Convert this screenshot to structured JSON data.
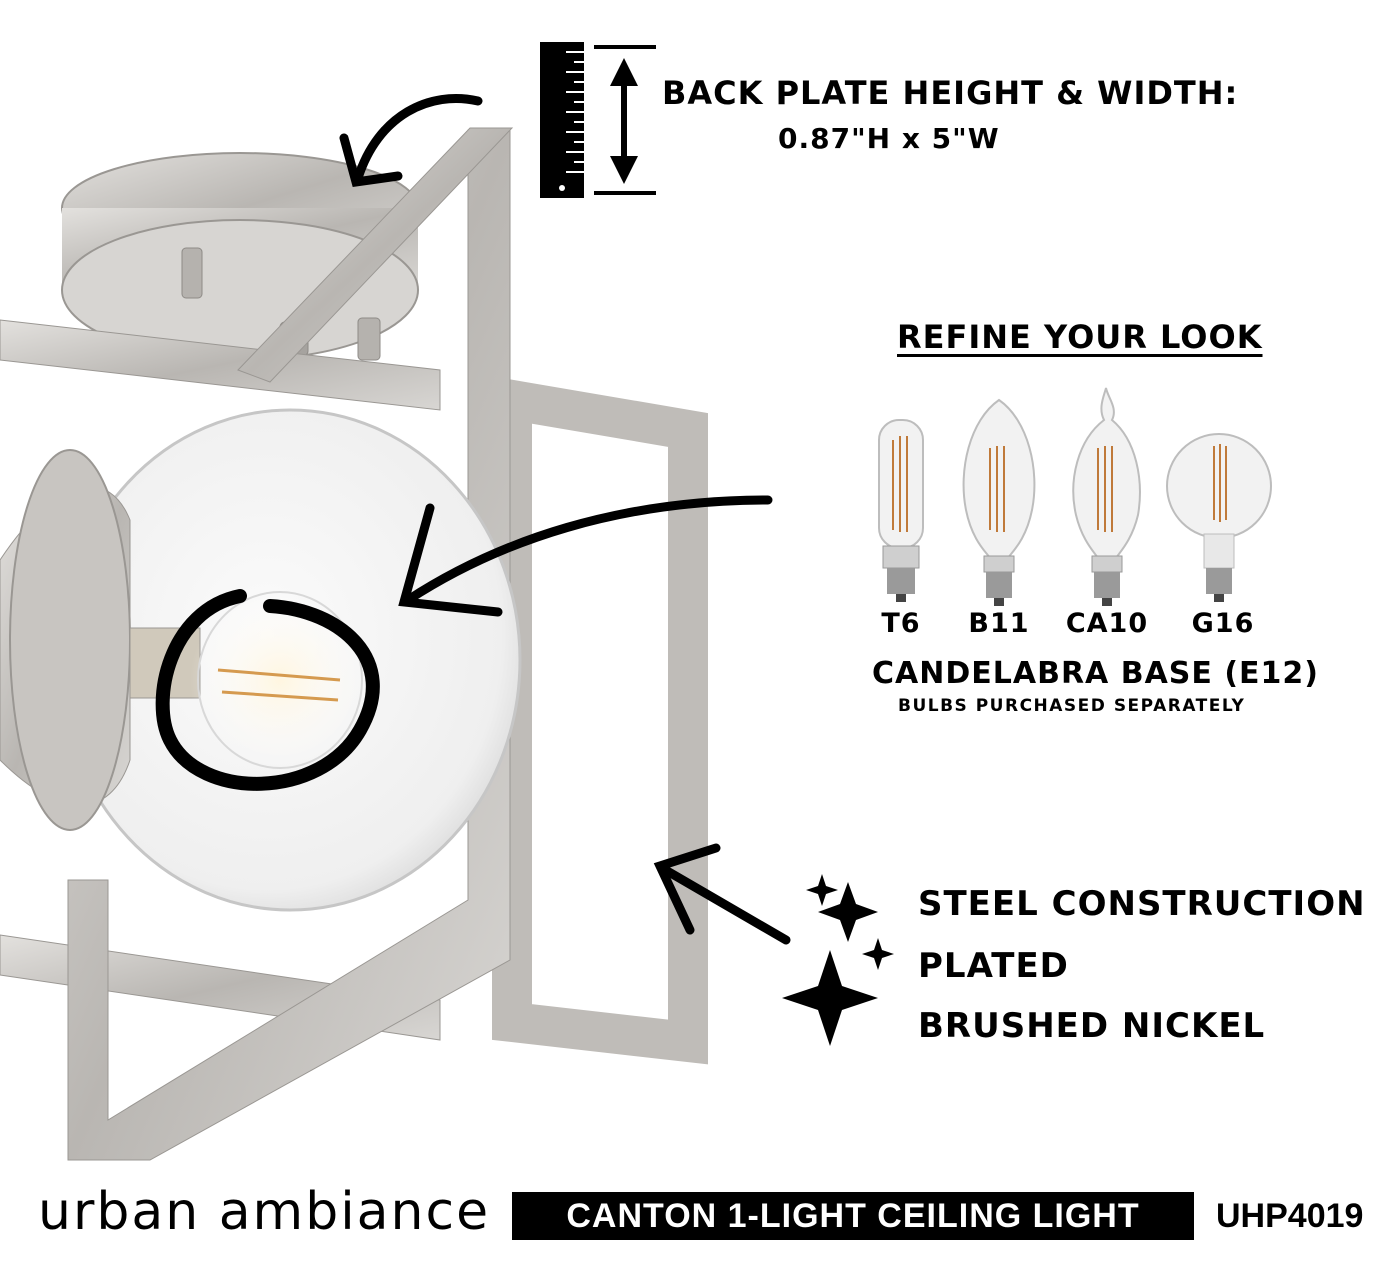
{
  "dimensions": {
    "title": "BACK PLATE HEIGHT & WIDTH:",
    "value": "0.87\"H x 5\"W",
    "ruler_icon": "ruler-icon"
  },
  "refine": {
    "heading": "REFINE YOUR LOOK",
    "bulbs": [
      {
        "label": "T6",
        "icon": "t6-bulb-icon"
      },
      {
        "label": "B11",
        "icon": "b11-bulb-icon"
      },
      {
        "label": "CA10",
        "icon": "ca10-bulb-icon"
      },
      {
        "label": "G16",
        "icon": "g16-bulb-icon"
      }
    ],
    "base_title": "CANDELABRA BASE (E12)",
    "base_note": "BULBS PURCHASED SEPARATELY"
  },
  "features": {
    "lines": [
      "STEEL CONSTRUCTION",
      "PLATED",
      "BRUSHED NICKEL"
    ],
    "icon": "sparkle-icon"
  },
  "footer": {
    "brand": "urban ambiance",
    "product_name": "CANTON 1-LIGHT CEILING LIGHT",
    "model": "UHP4019"
  },
  "colors": {
    "nickel": "#c9c7c4",
    "nickel_dark": "#8f8c88",
    "text": "#000000",
    "bulb_filament": "#c07a3a"
  }
}
